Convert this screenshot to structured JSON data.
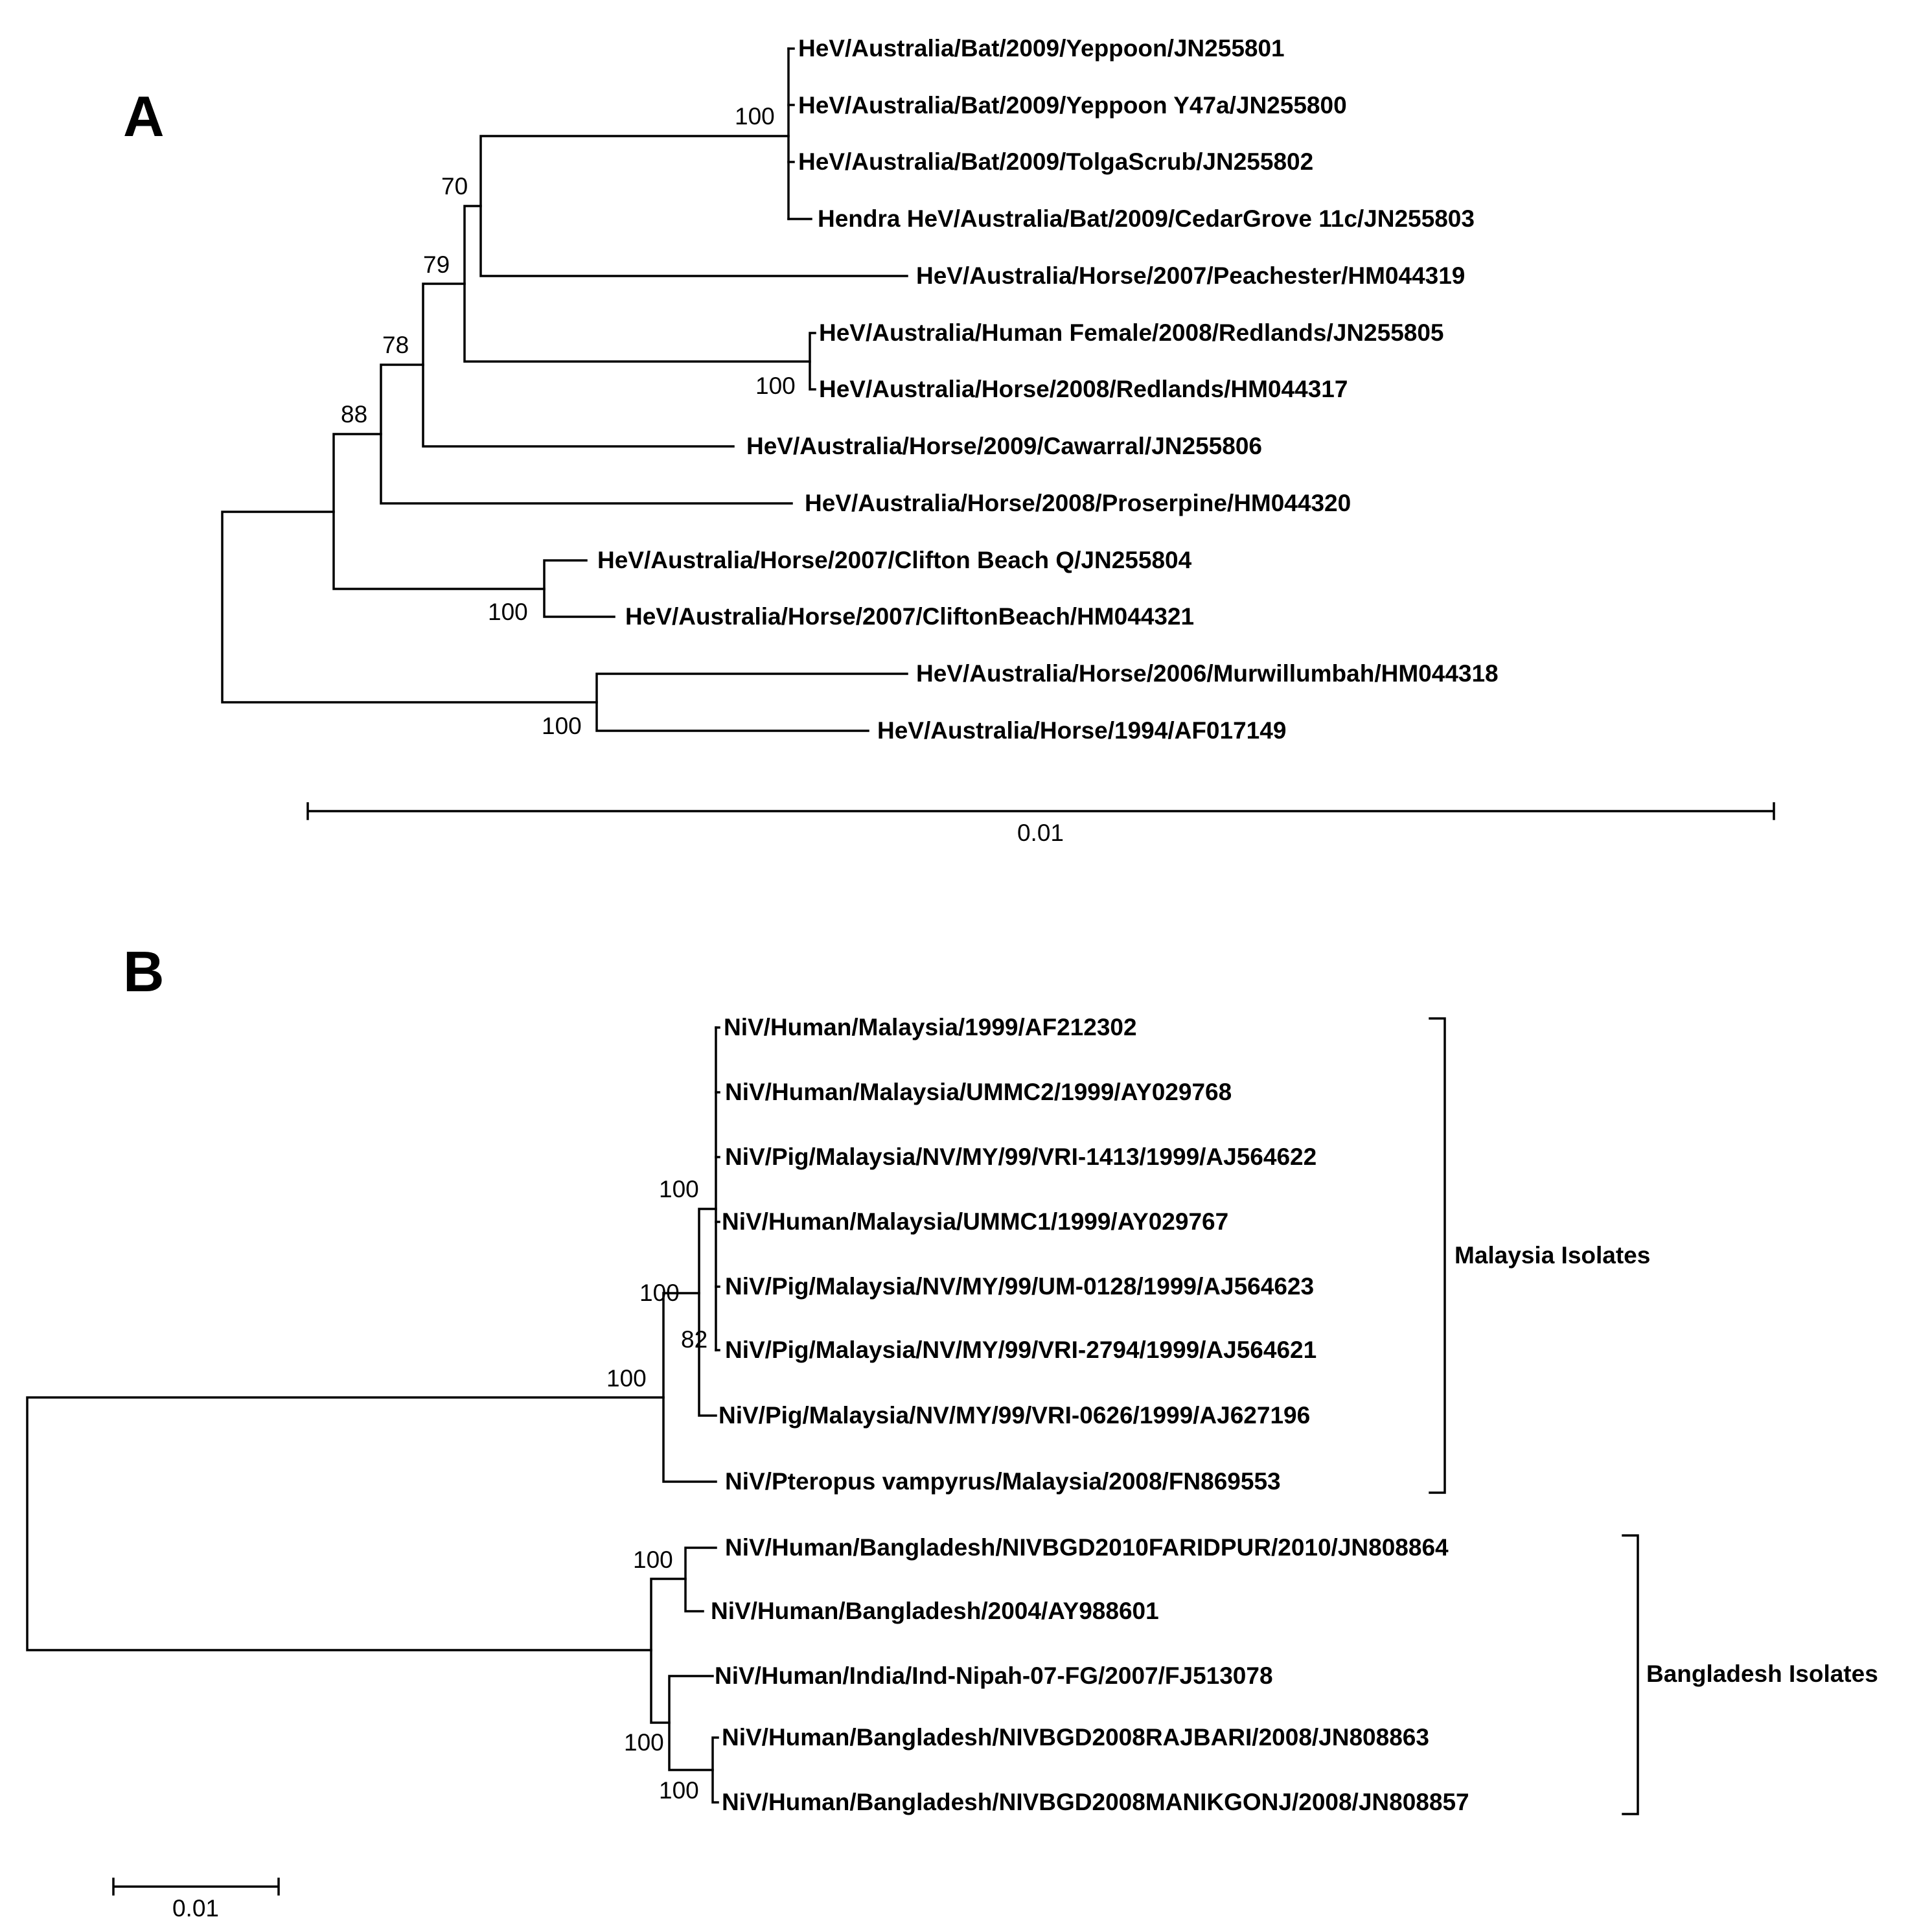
{
  "panels": [
    {
      "id": "A",
      "leaves": [
        "HeV/Australia/Bat/2009/Yeppoon/JN255801",
        "HeV/Australia/Bat/2009/Yeppoon Y47a/JN255800",
        "HeV/Australia/Bat/2009/TolgaScrub/JN255802",
        "Hendra HeV/Australia/Bat/2009/CedarGrove 11c/JN255803",
        "HeV/Australia/Horse/2007/Peachester/HM044319",
        "HeV/Australia/Human Female/2008/Redlands/JN255805",
        "HeV/Australia/Horse/2008/Redlands/HM044317",
        "HeV/Australia/Horse/2009/Cawarral/JN255806",
        "HeV/Australia/Horse/2008/Proserpine/HM044320",
        "HeV/Australia/Horse/2007/Clifton Beach Q/JN255804",
        "HeV/Australia/Horse/2007/CliftonBeach/HM044321",
        "HeV/Australia/Horse/2006/Murwillumbah/HM044318",
        "HeV/Australia/Horse/1994/AF017149"
      ],
      "bootstrap": [
        "100",
        "70",
        "79",
        "78",
        "100",
        "88",
        "100",
        "100"
      ],
      "scale_label": "0.01"
    },
    {
      "id": "B",
      "leaves": [
        "NiV/Human/Malaysia/1999/AF212302",
        "NiV/Human/Malaysia/UMMC2/1999/AY029768",
        "NiV/Pig/Malaysia/NV/MY/99/VRI-1413/1999/AJ564622",
        "NiV/Human/Malaysia/UMMC1/1999/AY029767",
        "NiV/Pig/Malaysia/NV/MY/99/UM-0128/1999/AJ564623",
        "NiV/Pig/Malaysia/NV/MY/99/VRI-2794/1999/AJ564621",
        "NiV/Pig/Malaysia/NV/MY/99/VRI-0626/1999/AJ627196",
        "NiV/Pteropus vampyrus/Malaysia/2008/FN869553",
        "NiV/Human/Bangladesh/NIVBGD2010FARIDPUR/2010/JN808864",
        "NiV/Human/Bangladesh/2004/AY988601",
        "NiV/Human/India/Ind-Nipah-07-FG/2007/FJ513078",
        "NiV/Human/Bangladesh/NIVBGD2008RAJBARI/2008/JN808863",
        "NiV/Human/Bangladesh/NIVBGD2008MANIKGONJ/2008/JN808857"
      ],
      "bootstrap": [
        "100",
        "82",
        "100",
        "100",
        "100",
        "100",
        "100"
      ],
      "groups": [
        "Malaysia Isolates",
        "Bangladesh Isolates"
      ],
      "scale_label": "0.01"
    }
  ]
}
